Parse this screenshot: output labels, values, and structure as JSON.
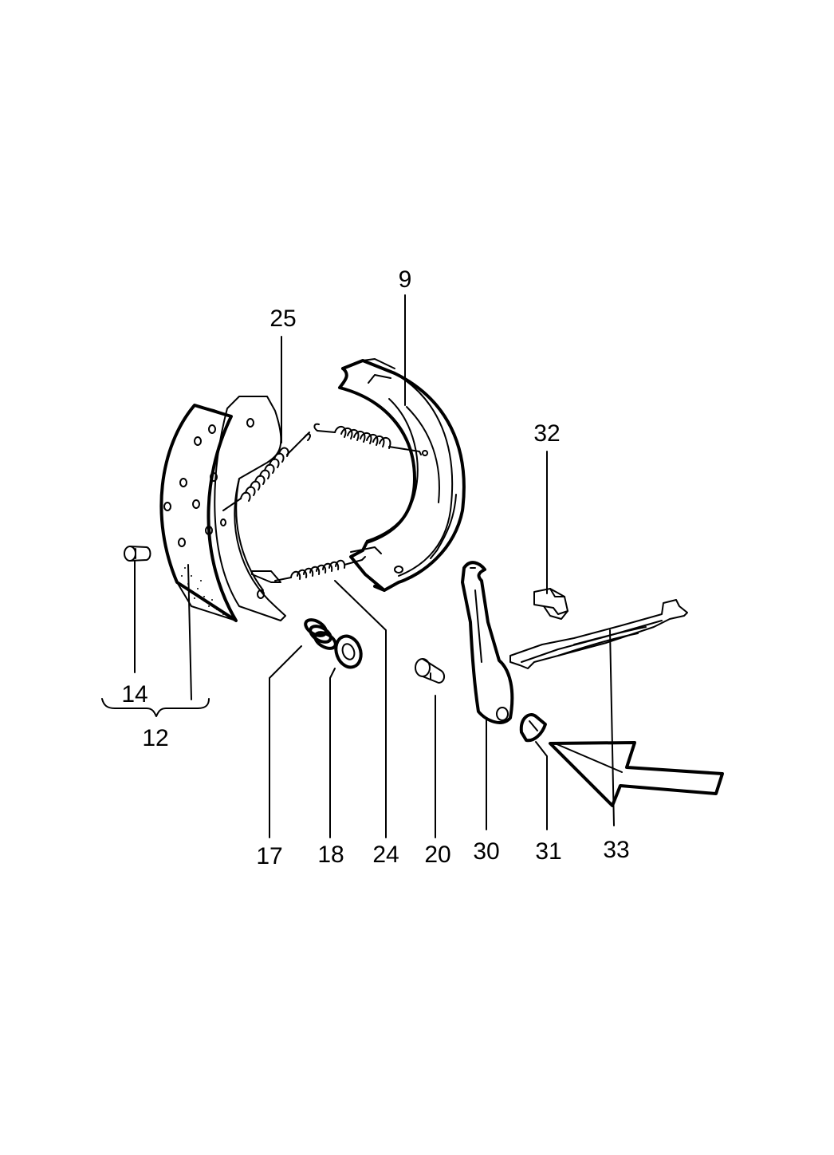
{
  "diagram": {
    "labels": {
      "l9": "9",
      "l25": "25",
      "l32": "32",
      "l14": "14",
      "l12": "12",
      "l17": "17",
      "l18": "18",
      "l24": "24",
      "l20": "20",
      "l30": "30",
      "l31": "31",
      "l33": "33"
    }
  }
}
